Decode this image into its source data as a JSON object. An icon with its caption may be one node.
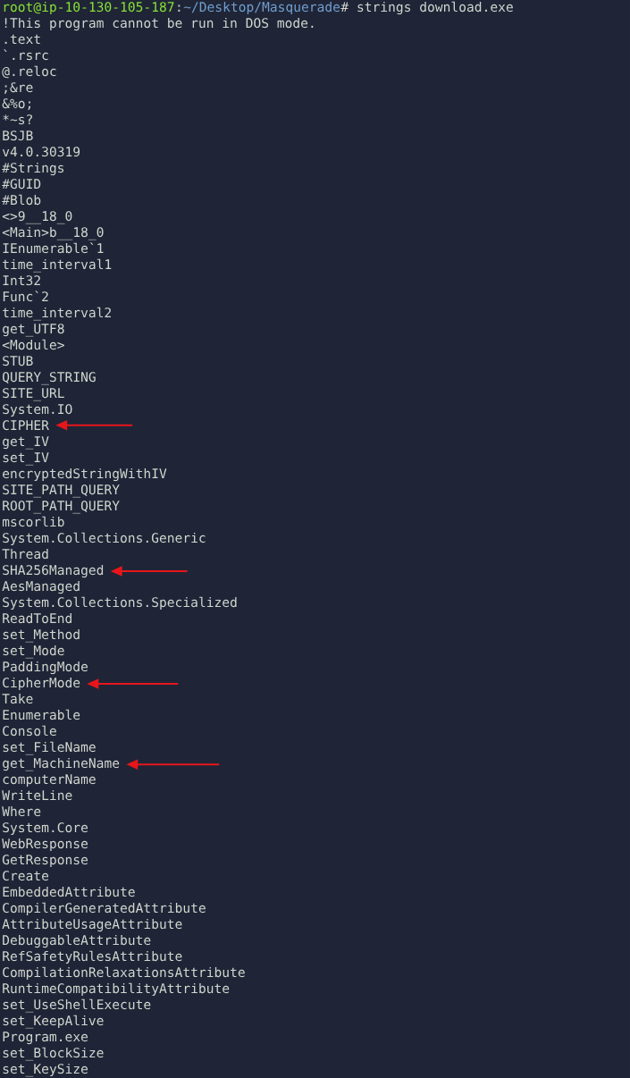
{
  "diagram": {
    "nodes": [
      {
        "text": [
          "CIPHER"
        ]
      },
      {
        "text": [
          "SHA256Managed"
        ]
      },
      {
        "text": [
          "CipherMode"
        ]
      },
      {
        "text": [
          "get_MachineName"
        ]
      }
    ],
    "edges": [
      {
        "from": null,
        "to": 0,
        "arrow": "to"
      },
      {
        "from": null,
        "to": 1,
        "arrow": "to"
      },
      {
        "from": null,
        "to": 2,
        "arrow": "to"
      },
      {
        "from": null,
        "to": 3,
        "arrow": "to"
      }
    ],
    "labels": [
      "root@ip-10-130-105-187",
      ":",
      "~/Desktop/Masquerade",
      "# strings download.exe",
      "!This program cannot be run in DOS mode.",
      ".text",
      "`.rsrc",
      "@.reloc",
      ";&re",
      "&%o;",
      "*~s?",
      "BSJB",
      "v4.0.30319",
      "#Strings",
      "#GUID",
      "#Blob",
      "<>9__18_0",
      "<Main>b__18_0",
      "IEnumerable`1",
      "time_interval1",
      "Int32",
      "Func`2",
      "time_interval2",
      "get_UTF8",
      "<Module>",
      "STUB",
      "QUERY_STRING",
      "SITE_URL",
      "System.IO",
      "get_IV",
      "set_IV",
      "encryptedStringWithIV",
      "SITE_PATH_QUERY",
      "ROOT_PATH_QUERY",
      "mscorlib",
      "System.Collections.Generic",
      "Thread",
      "AesManaged",
      "System.Collections.Specialized",
      "ReadToEnd",
      "set_Method",
      "set_Mode",
      "PaddingMode",
      "Take",
      "Enumerable",
      "Console",
      "set_FileName",
      "computerName",
      "WriteLine",
      "Where",
      "System.Core",
      "WebResponse",
      "GetResponse",
      "Create",
      "EmbeddedAttribute",
      "CompilerGeneratedAttribute",
      "AttributeUsageAttribute",
      "DebuggableAttribute",
      "RefSafetyRulesAttribute",
      "CompilationRelaxationsAttribute",
      "RuntimeCompatibilityAttribute",
      "set_UseShellExecute",
      "set_KeepAlive",
      "Program.exe",
      "set_BlockSize",
      "set_KeySize"
    ]
  }
}
